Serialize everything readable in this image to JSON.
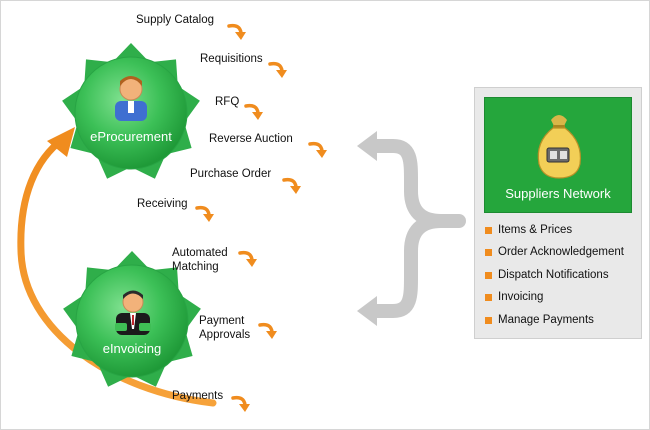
{
  "procurement": {
    "title": "eProcurement",
    "items": [
      {
        "label": "Supply Catalog"
      },
      {
        "label": "Requisitions"
      },
      {
        "label": "RFQ"
      },
      {
        "label": "Reverse  Auction"
      },
      {
        "label": "Purchase Order"
      },
      {
        "label": "Receiving"
      }
    ]
  },
  "invoicing": {
    "title": "eInvoicing",
    "items": [
      {
        "line1": "Automated",
        "line2": "Matching"
      },
      {
        "line1": "Payment",
        "line2": "Approvals"
      },
      {
        "line1": "Payments",
        "line2": ""
      }
    ]
  },
  "network": {
    "title": "Suppliers Network",
    "items": [
      "Items & Prices",
      "Order Acknowledgement",
      "Dispatch Notifications",
      "Invoicing",
      "Manage Payments"
    ]
  },
  "colors": {
    "hub_green": "#3cc057",
    "panel_green": "#25a63c",
    "accent_orange": "#f08c1e",
    "connector_gray": "#c8c8c8"
  }
}
